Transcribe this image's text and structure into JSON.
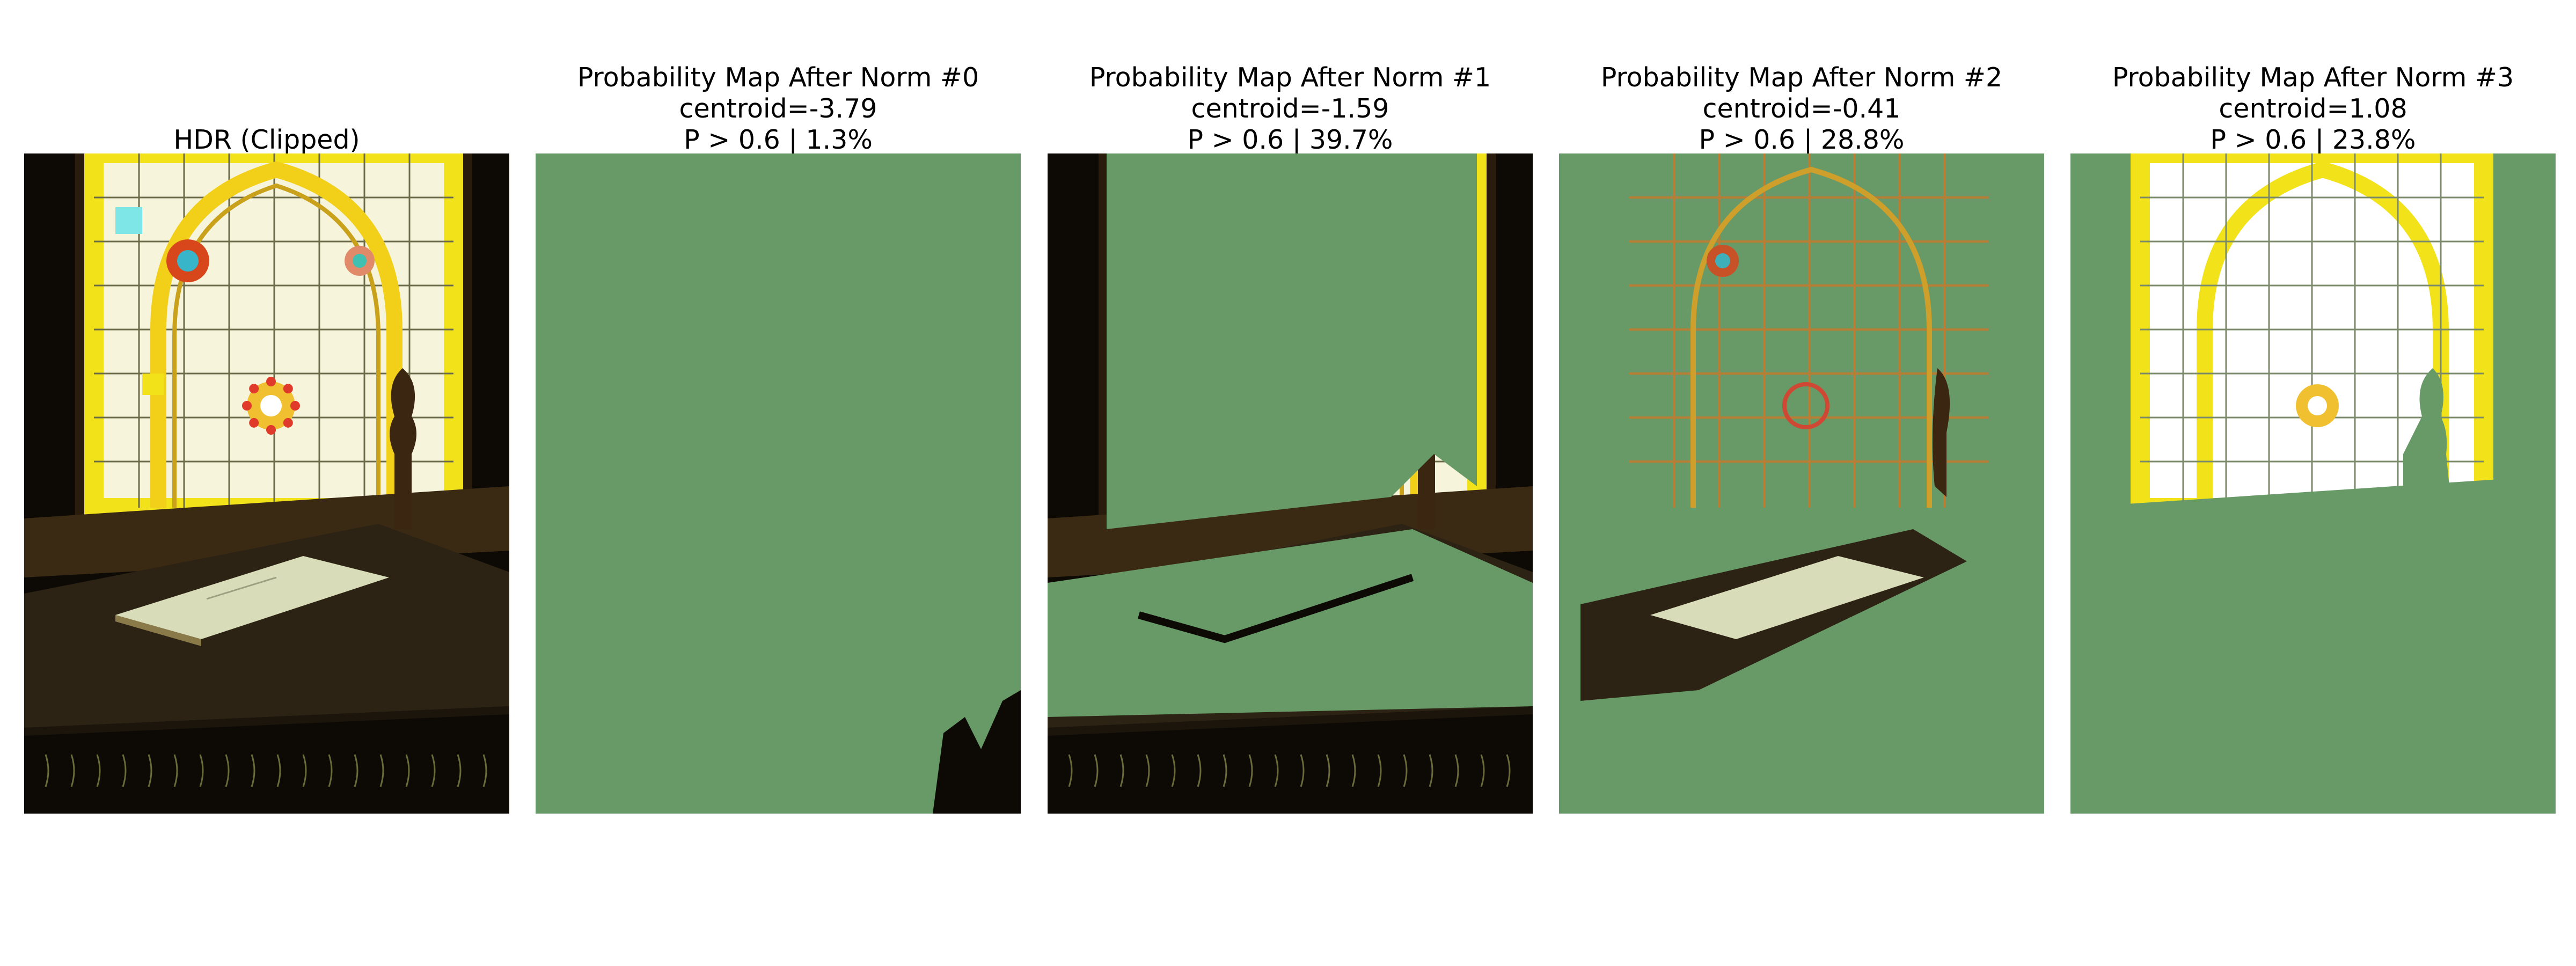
{
  "figure": {
    "panels": [
      {
        "name": "hdr-clipped",
        "title": [
          "HDR (Clipped)"
        ],
        "kind": "image"
      },
      {
        "name": "norm-0",
        "title": [
          "Probability Map After Norm #0",
          "centroid=-3.79",
          "P > 0.6 | 1.3%"
        ],
        "kind": "mask",
        "norm": 0,
        "centroid": -3.79,
        "threshold": 0.6,
        "pct_above": 1.3
      },
      {
        "name": "norm-1",
        "title": [
          "Probability Map After Norm #1",
          "centroid=-1.59",
          "P > 0.6 | 39.7%"
        ],
        "kind": "mask",
        "norm": 1,
        "centroid": -1.59,
        "threshold": 0.6,
        "pct_above": 39.7
      },
      {
        "name": "norm-2",
        "title": [
          "Probability Map After Norm #2",
          "centroid=-0.41",
          "P > 0.6 | 28.8%"
        ],
        "kind": "mask",
        "norm": 2,
        "centroid": -0.41,
        "threshold": 0.6,
        "pct_above": 28.8
      },
      {
        "name": "norm-3",
        "title": [
          "Probability Map After Norm #3",
          "centroid=1.08",
          "P > 0.6 | 23.8%"
        ],
        "kind": "mask",
        "norm": 3,
        "centroid": 1.08,
        "threshold": 0.6,
        "pct_above": 23.8
      }
    ]
  },
  "chart_data": {
    "type": "heatmap",
    "panels": [
      {
        "title": "HDR (Clipped)"
      },
      {
        "title": "Probability Map After Norm #0",
        "centroid": -3.79,
        "threshold": 0.6,
        "pct_above": 1.3
      },
      {
        "title": "Probability Map After Norm #1",
        "centroid": -1.59,
        "threshold": 0.6,
        "pct_above": 39.7
      },
      {
        "title": "Probability Map After Norm #2",
        "centroid": -0.41,
        "threshold": 0.6,
        "pct_above": 28.8
      },
      {
        "title": "Probability Map After Norm #3",
        "centroid": 1.08,
        "threshold": 0.6,
        "pct_above": 23.8
      }
    ],
    "mask_color": "#689a67",
    "axes": "off"
  },
  "colors": {
    "mask": "#689a67",
    "dark_wood": "#1a1208",
    "glass_yellow": "#f2e21a",
    "glass_white": "#f7f4dc"
  }
}
